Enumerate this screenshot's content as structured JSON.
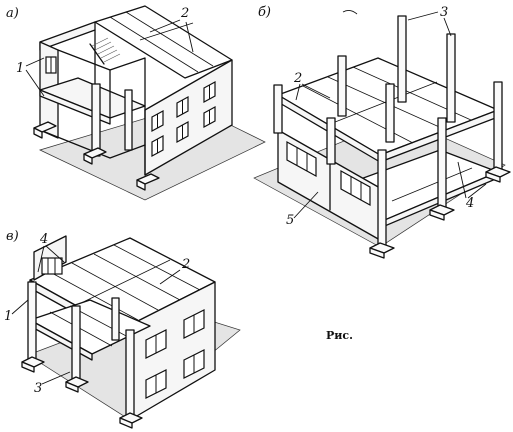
{
  "figure": {
    "caption": "Рис.",
    "panels": [
      {
        "id": "a",
        "label": "а)"
      },
      {
        "id": "b",
        "label": "б)"
      },
      {
        "id": "v",
        "label": "в)"
      }
    ],
    "callouts": {
      "a1": "1",
      "a2": "2",
      "b2": "2",
      "b3": "3",
      "b4": "4",
      "b5": "5",
      "v1": "1",
      "v2": "2",
      "v3": "3",
      "v4": "4"
    }
  }
}
